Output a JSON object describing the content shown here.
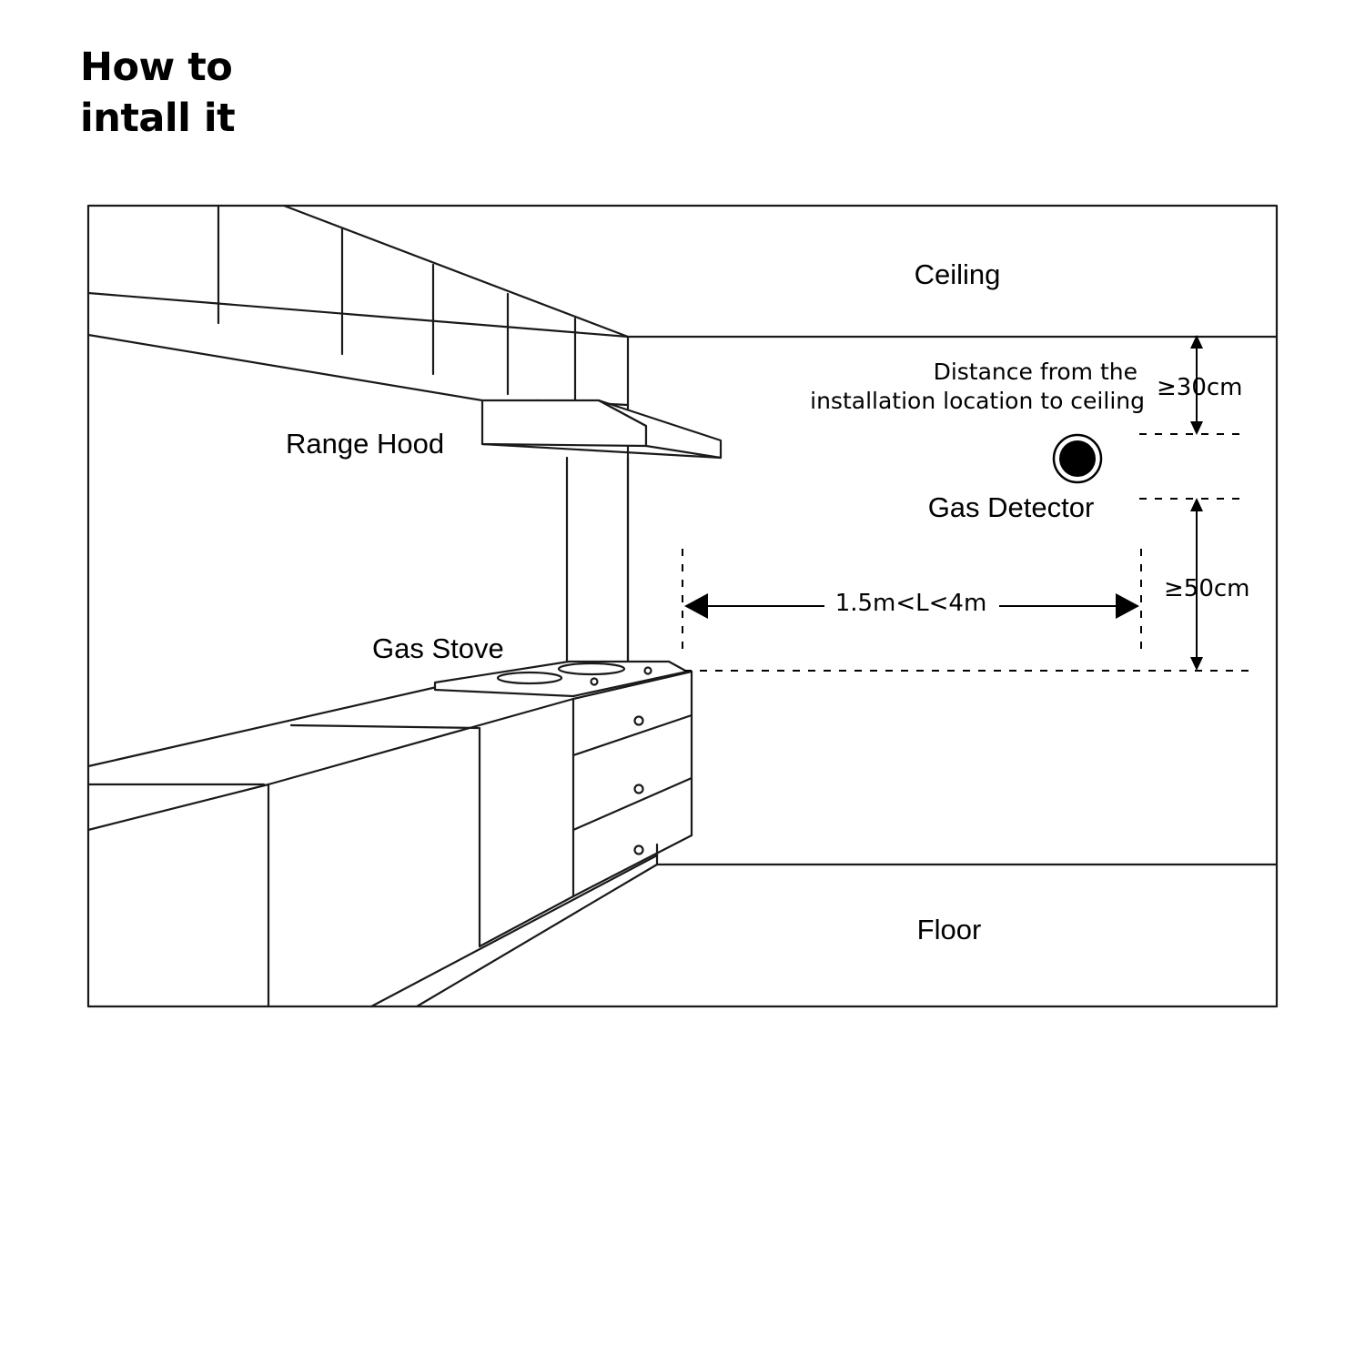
{
  "heading": {
    "line1": "How to",
    "line2": "intall it"
  },
  "labels": {
    "ceiling": "Ceiling",
    "floor": "Floor",
    "range_hood": "Range Hood",
    "gas_stove": "Gas Stove",
    "gas_detector": "Gas Detector",
    "distance_note_line1": "Distance from the",
    "distance_note_line2": "installation location to ceiling",
    "ceiling_clearance": "≥30cm",
    "stove_clearance": "≥50cm",
    "horizontal_distance": "1.5m<L<4m"
  },
  "colors": {
    "line": "#1a1a1a",
    "text": "#000000",
    "background": "#ffffff"
  }
}
